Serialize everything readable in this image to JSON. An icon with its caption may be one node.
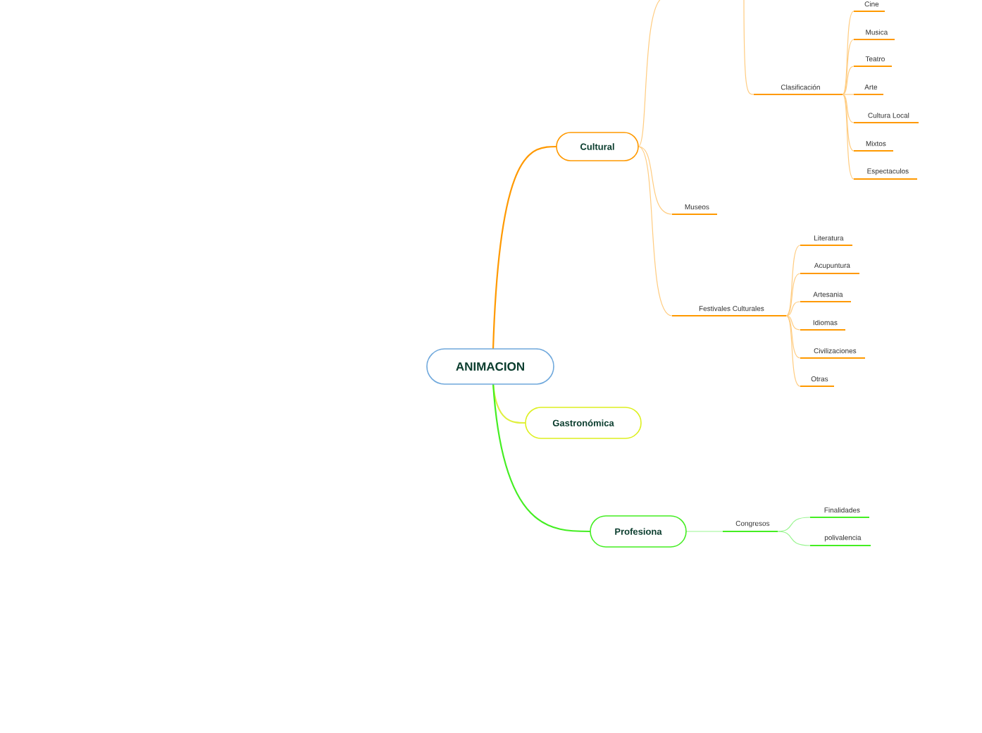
{
  "diagram": {
    "nodes": [
      {
        "text": [
          "ANIMACION"
        ]
      },
      {
        "text": [
          "Cultural"
        ]
      },
      {
        "text": [
          "Clasificación"
        ]
      },
      {
        "text": [
          "Cine"
        ]
      },
      {
        "text": [
          "Musica"
        ]
      },
      {
        "text": [
          "Teatro"
        ]
      },
      {
        "text": [
          "Arte"
        ]
      },
      {
        "text": [
          "Cultura Local"
        ]
      },
      {
        "text": [
          "Mixtos"
        ]
      },
      {
        "text": [
          "Espectaculos"
        ]
      },
      {
        "text": [
          "Museos"
        ]
      },
      {
        "text": [
          "Festivales Culturales"
        ]
      },
      {
        "text": [
          "Literatura"
        ]
      },
      {
        "text": [
          "Acupuntura"
        ]
      },
      {
        "text": [
          "Artesania"
        ]
      },
      {
        "text": [
          "Idiomas"
        ]
      },
      {
        "text": [
          "Civilizaciones"
        ]
      },
      {
        "text": [
          "Otras"
        ]
      },
      {
        "text": [
          "Gastronómica"
        ]
      },
      {
        "text": [
          "Profesiona"
        ]
      },
      {
        "text": [
          "Congresos"
        ]
      },
      {
        "text": [
          "Finalidades"
        ]
      },
      {
        "text": [
          "polivalencia"
        ]
      }
    ],
    "edges": [
      {
        "from": 0,
        "to": 1,
        "arrow": "none",
        "color": "#ff9900"
      },
      {
        "from": 1,
        "to": null,
        "arrow": "none"
      },
      {
        "from": null,
        "to": 2,
        "arrow": "none"
      },
      {
        "from": 2,
        "to": 3,
        "arrow": "none"
      },
      {
        "from": 2,
        "to": 4,
        "arrow": "none"
      },
      {
        "from": 2,
        "to": 5,
        "arrow": "none"
      },
      {
        "from": 2,
        "to": 6,
        "arrow": "none"
      },
      {
        "from": 2,
        "to": 7,
        "arrow": "none"
      },
      {
        "from": 2,
        "to": 8,
        "arrow": "none"
      },
      {
        "from": 2,
        "to": 9,
        "arrow": "none"
      },
      {
        "from": 1,
        "to": 10,
        "arrow": "none"
      },
      {
        "from": 1,
        "to": 11,
        "arrow": "none"
      },
      {
        "from": 11,
        "to": 12,
        "arrow": "none"
      },
      {
        "from": 11,
        "to": 13,
        "arrow": "none"
      },
      {
        "from": 11,
        "to": 14,
        "arrow": "none"
      },
      {
        "from": 11,
        "to": 15,
        "arrow": "none"
      },
      {
        "from": 11,
        "to": 16,
        "arrow": "none"
      },
      {
        "from": 11,
        "to": 17,
        "arrow": "none"
      },
      {
        "from": 0,
        "to": 18,
        "arrow": "none",
        "color": "#e0f040"
      },
      {
        "from": 0,
        "to": 19,
        "arrow": "none",
        "color": "#44ee22"
      },
      {
        "from": 19,
        "to": 20,
        "arrow": "none",
        "color": "#99f590"
      },
      {
        "from": 20,
        "to": 21,
        "arrow": "none",
        "color": "#99f590"
      },
      {
        "from": 20,
        "to": 22,
        "arrow": "none",
        "color": "#99f590"
      }
    ]
  }
}
